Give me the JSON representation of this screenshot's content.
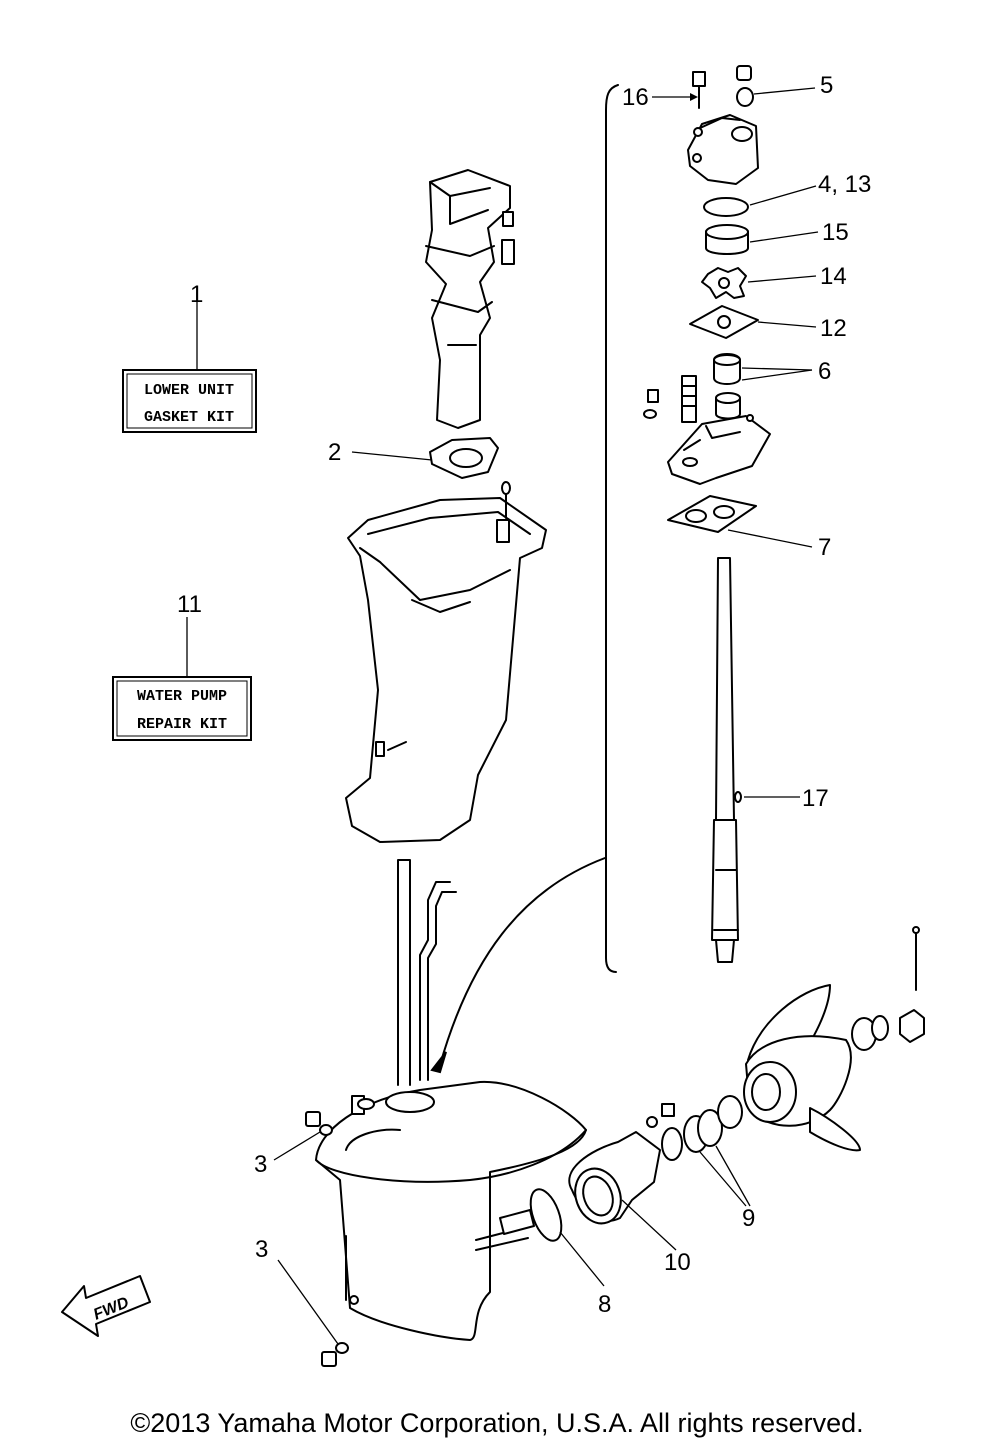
{
  "kits": {
    "lower_unit": {
      "callout": "1",
      "line1": "LOWER UNIT",
      "line2": "GASKET KIT"
    },
    "water_pump": {
      "callout": "11",
      "line1": "WATER PUMP",
      "line2": "REPAIR KIT"
    }
  },
  "callouts": {
    "c2": "2",
    "c3a": "3",
    "c3b": "3",
    "c4_13": "4, 13",
    "c5": "5",
    "c6": "6",
    "c7": "7",
    "c8": "8",
    "c9": "9",
    "c10": "10",
    "c12": "12",
    "c14": "14",
    "c15": "15",
    "c16": "16",
    "c17": "17"
  },
  "fwd_label": "FWD",
  "copyright": "©2013 Yamaha Motor Corporation, U.S.A. All rights reserved."
}
